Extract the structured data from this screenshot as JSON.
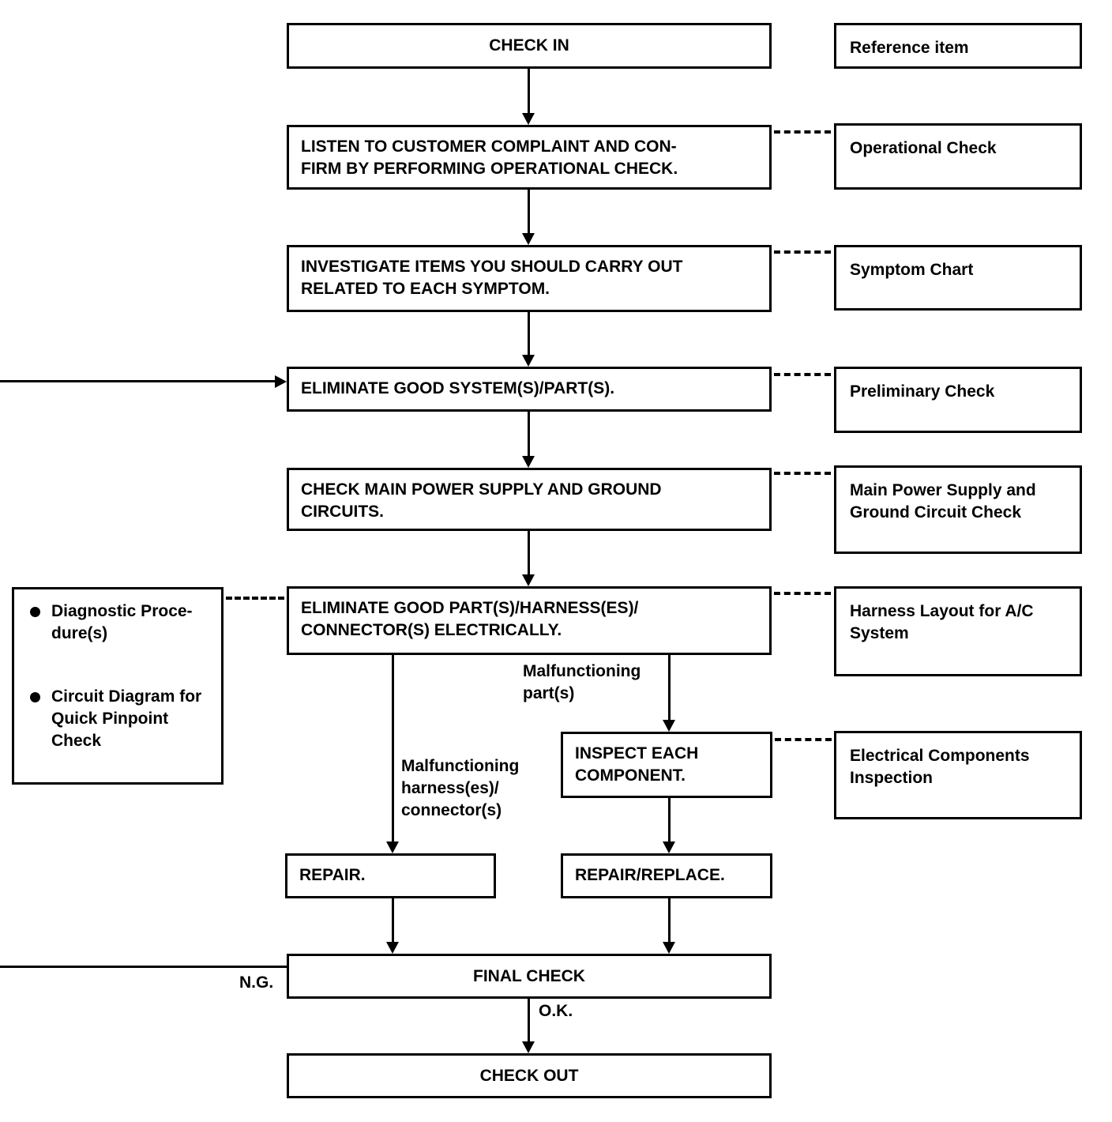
{
  "flow": {
    "check_in": "CHECK IN",
    "listen": "LISTEN TO CUSTOMER COMPLAINT AND CON-\nFIRM BY PERFORMING OPERATIONAL CHECK.",
    "investigate": "INVESTIGATE ITEMS YOU SHOULD CARRY OUT\nRELATED TO EACH SYMPTOM.",
    "eliminate_system": "ELIMINATE GOOD SYSTEM(S)/PART(S).",
    "check_power": "CHECK MAIN POWER SUPPLY AND GROUND\nCIRCUITS.",
    "eliminate_part": "ELIMINATE GOOD PART(S)/HARNESS(ES)/\nCONNECTOR(S) ELECTRICALLY.",
    "inspect_component": "INSPECT EACH\nCOMPONENT.",
    "repair": "REPAIR.",
    "repair_replace": "REPAIR/REPLACE.",
    "final_check": "FINAL CHECK",
    "check_out": "CHECK OUT"
  },
  "reference": {
    "header": "Reference item",
    "items": [
      "Operational Check",
      "Symptom Chart",
      "Preliminary Check",
      "Main Power Supply and\nGround Circuit Check",
      "Harness Layout for A/C\nSystem",
      "Electrical Components\nInspection"
    ]
  },
  "side_panel": {
    "items": [
      "Diagnostic Proce-\ndure(s)",
      "Circuit Diagram for\nQuick Pinpoint\nCheck"
    ]
  },
  "labels": {
    "malfunctioning_parts": "Malfunctioning\npart(s)",
    "malfunctioning_harness": "Malfunctioning\nharness(es)/\nconnector(s)",
    "ng": "N.G.",
    "ok": "O.K."
  },
  "colors": {
    "ink": "#000000",
    "background": "#ffffff"
  }
}
